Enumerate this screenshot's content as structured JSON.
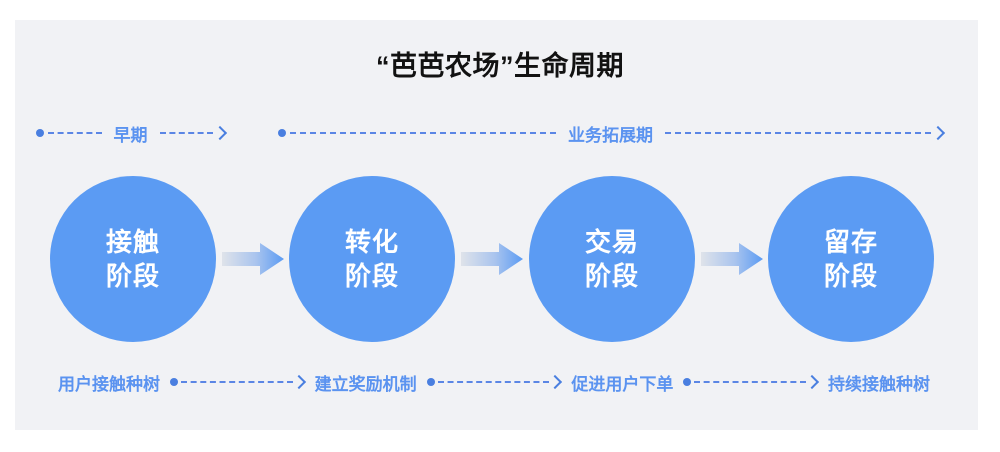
{
  "title": "“芭芭农场”生命周期",
  "phases": [
    {
      "label": "早期",
      "start_icon": "dot-marker",
      "end_icon": "chevron-right-icon"
    },
    {
      "label": "业务拓展期",
      "start_icon": "dot-marker",
      "end_icon": "chevron-right-icon"
    }
  ],
  "stages": [
    {
      "line1": "接触",
      "line2": "阶段"
    },
    {
      "line1": "转化",
      "line2": "阶段"
    },
    {
      "line1": "交易",
      "line2": "阶段"
    },
    {
      "line1": "留存",
      "line2": "阶段"
    }
  ],
  "actions": [
    {
      "label": "用户接触种树"
    },
    {
      "label": "建立奖励机制"
    },
    {
      "label": "促进用户下单"
    },
    {
      "label": "持续接触种树"
    }
  ],
  "connector_icon": "block-arrow-right-icon",
  "colors": {
    "page_background": "#ffffff",
    "card_background": "#f1f2f5",
    "circle_blue": "#5b9bf3",
    "label_blue": "#5b93f0",
    "dash_blue": "#5b86e5",
    "marker_blue": "#4a7fe0",
    "title_black": "#121212",
    "circle_text": "#ffffff",
    "arrow_gradient_start": "#dfe3ea",
    "arrow_gradient_end": "#5b9bf3"
  }
}
